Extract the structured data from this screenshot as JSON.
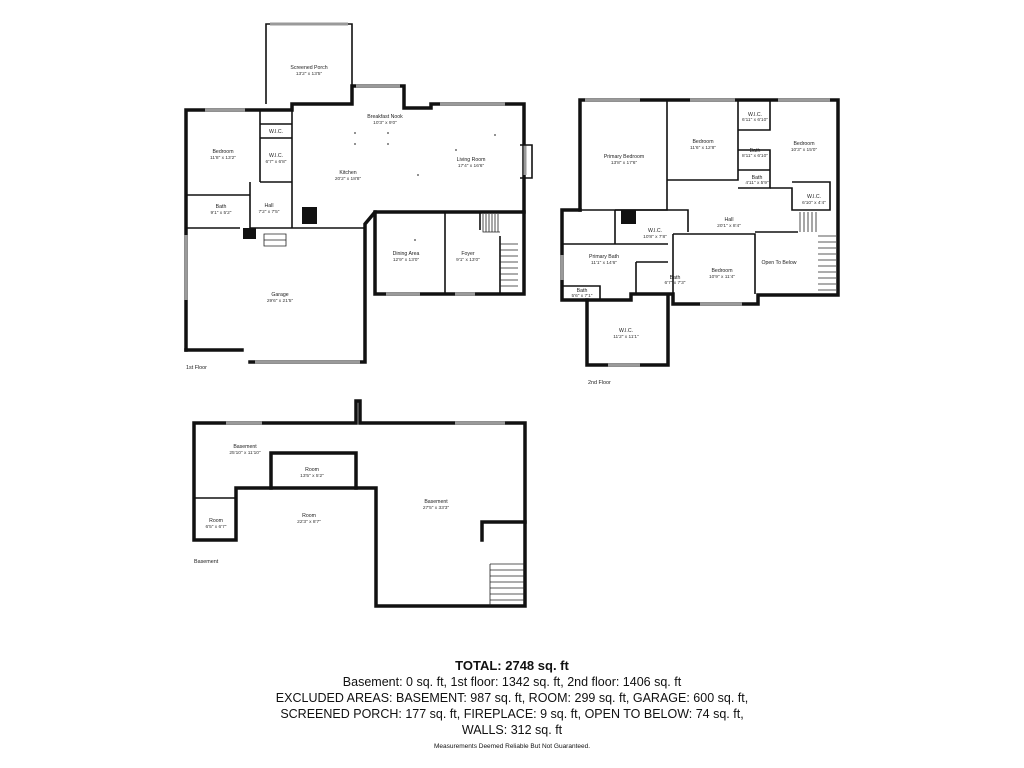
{
  "floors": {
    "first": {
      "label": "1st Floor"
    },
    "second": {
      "label": "2nd Floor"
    },
    "basement": {
      "label": "Basement"
    }
  },
  "rooms": {
    "screened_porch": {
      "name": "Screened Porch",
      "dims": "13'2\" x 13'5\""
    },
    "breakfast_nook": {
      "name": "Breakfast Nook",
      "dims": "10'3\" x 9'0\""
    },
    "bedroom_1f": {
      "name": "Bedroom",
      "dims": "11'8\" x 13'2\""
    },
    "wic_small_1f": {
      "name": "W.I.C."
    },
    "wic_1f": {
      "name": "W.I.C.",
      "dims": "6'7\" x 6'8\""
    },
    "kitchen": {
      "name": "Kitchen",
      "dims": "20'2\" x 18'8\""
    },
    "living_room": {
      "name": "Living Room",
      "dims": "17'4\" x 16'6\""
    },
    "bath_1f": {
      "name": "Bath",
      "dims": "9'1\" x 5'2\""
    },
    "hall_1f": {
      "name": "Hall",
      "dims": "7'2\" x 7'5\""
    },
    "dining_area": {
      "name": "Dining Area",
      "dims": "12'9\" x 13'0\""
    },
    "foyer": {
      "name": "Foyer",
      "dims": "9'1\" x 13'0\""
    },
    "garage": {
      "name": "Garage",
      "dims": "29'6\" x 21'5\""
    },
    "primary_bedroom": {
      "name": "Primary Bedroom",
      "dims": "13'8\" x 17'6\""
    },
    "bedroom_2f_a": {
      "name": "Bedroom",
      "dims": "11'6\" x 12'8\""
    },
    "wic_2f_a": {
      "name": "W.I.C.",
      "dims": "6'11\" x 6'10\""
    },
    "bedroom_2f_b": {
      "name": "Bedroom",
      "dims": "10'3\" x 15'0\""
    },
    "bath_2f_a": {
      "name": "Bath",
      "dims": "8'11\" x 6'10\""
    },
    "bath_2f_b": {
      "name": "Bath",
      "dims": "4'11\" x 5'9\""
    },
    "wic_2f_b": {
      "name": "W.I.C.",
      "dims": "6'10\" x 4'4\""
    },
    "hall_2f": {
      "name": "Hall",
      "dims": "20'1\" x 8'4\""
    },
    "wic_2f_c": {
      "name": "W.I.C.",
      "dims": "10'8\" x 7'8\""
    },
    "primary_bath": {
      "name": "Primary Bath",
      "dims": "11'1\" x 14'6\""
    },
    "bath_2f_c": {
      "name": "Bath",
      "dims": "6'7\" x 7'3\""
    },
    "bedroom_2f_c": {
      "name": "Bedroom",
      "dims": "10'9\" x 11'4\""
    },
    "open_to_below": {
      "name": "Open To Below"
    },
    "bath_2f_d": {
      "name": "Bath",
      "dims": "5'6\" x 7'1\""
    },
    "wic_2f_d": {
      "name": "W.I.C.",
      "dims": "11'2\" x 11'1\""
    },
    "basement_a": {
      "name": "Basement",
      "dims": "25'10\" x 11'10\""
    },
    "room_a": {
      "name": "Room",
      "dims": "13'5\" x 5'2\""
    },
    "room_b": {
      "name": "Room",
      "dims": "22'3\" x 8'7\""
    },
    "room_c": {
      "name": "Room",
      "dims": "6'5\" x 6'7\""
    },
    "basement_b": {
      "name": "Basement",
      "dims": "27'5\" x 33'3\""
    }
  },
  "summary": {
    "total": "TOTAL: 2748 sq. ft",
    "line1": "Basement: 0 sq. ft, 1st floor: 1342 sq. ft, 2nd floor: 1406 sq. ft",
    "line2": "EXCLUDED AREAS: BASEMENT: 987 sq. ft, ROOM: 299 sq. ft, GARAGE: 600 sq. ft,",
    "line3": "SCREENED PORCH: 177 sq. ft, FIREPLACE: 9 sq. ft, OPEN TO BELOW: 74 sq. ft,",
    "line4": "WALLS: 312 sq. ft",
    "disclaimer": "Measurements Deemed Reliable But Not Guaranteed."
  }
}
